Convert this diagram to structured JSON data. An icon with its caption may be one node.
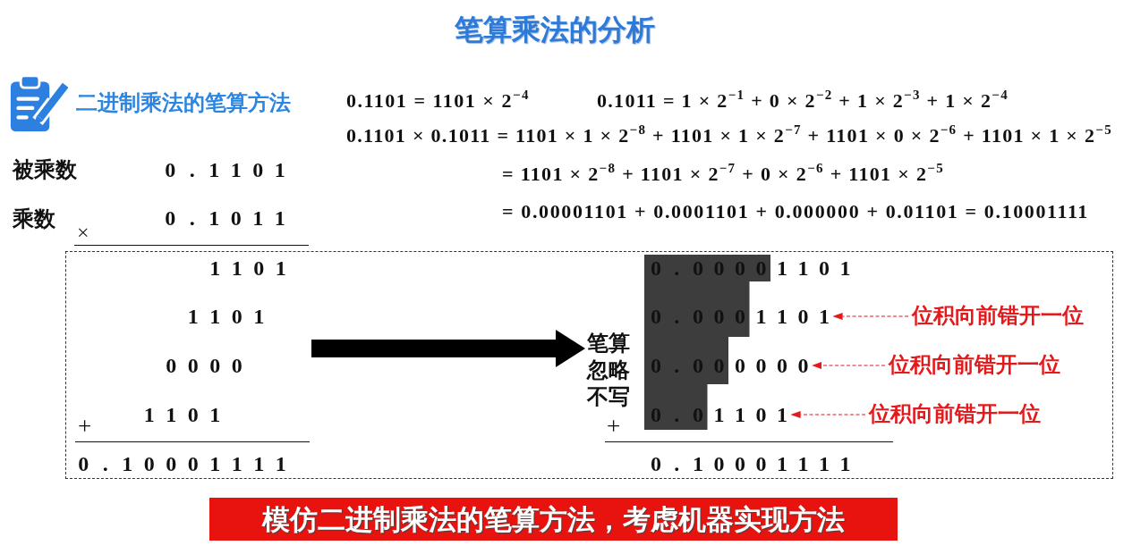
{
  "diagram": {
    "title": "笔算乘法的分析",
    "nodes": [
      {
        "text": [],
        "shape": "box"
      },
      {
        "text": [
          "1 1 0 1",
          "1 1 0 1",
          "0 0 0 0",
          "+",
          "1 1 0 1",
          "0 . 1 0 0 0 1 1 1 1"
        ],
        "in": 0
      },
      {
        "text": [
          "笔算忽略不写",
          "+",
          "0 . 1 0 0 0 1 1 1 1"
        ],
        "in": 0
      },
      {
        "text": [
          "0 . 0 0 0 0 1 1 0 1"
        ],
        "in": 2
      },
      {
        "text": [
          "0 . 0 0 0 1 1 0 1"
        ],
        "in": 2
      },
      {
        "text": [
          "0 . 0 0 0 0 0 0"
        ],
        "in": 2
      },
      {
        "text": [
          "0 . 0 1 1 0 1"
        ],
        "in": 2
      },
      {
        "text": [
          "位积向前错开一位"
        ],
        "in": 0
      },
      {
        "text": [
          "位积向前错开一位"
        ],
        "in": 0
      },
      {
        "text": [
          "位积向前错开一位"
        ],
        "in": 0
      },
      {
        "text": [
          "模仿二进制乘法的笔算方法，考虑机器实现方法"
        ]
      }
    ],
    "edges": [
      {
        "from": 1,
        "to": 2,
        "arrow": "to",
        "style": "thick",
        "color": "#000000"
      },
      {
        "from": 7,
        "to": 4,
        "arrow": "to",
        "style": "dashed"
      },
      {
        "from": 8,
        "to": 5,
        "arrow": "to",
        "style": "dashed"
      },
      {
        "from": 9,
        "to": 6,
        "arrow": "to",
        "style": "dashed"
      }
    ],
    "labels": [
      "二进制乘法的笔算方法",
      "0.1101 = 1101 × 2$^{−4}$",
      "0.1011 = 1 × 2$^{−1}$ + 0 × 2$^{−2}$ + 1 × 2$^{−3}$ + 1 × 2$^{−4}$",
      "0.1101 × 0.1011 = 1101 × 1 × 2$^{−8}$ + 1101 × 1 × 2$^{−7}$ + 1101 × 0 × 2$^{−6}$ + 1101 × 1 × 2$^{−5}$",
      "被乘数",
      "0 . 1 1 0 1",
      "= 1101 × 2$^{−8}$ + 1101 × 2$^{−7}$ + 0 × 2$^{−6}$ + 1101 × 2$^{−5}$",
      "乘数",
      "0 . 1 0 1 1",
      "= 0.00001101 + 0.0001101 + 0.000000 + 0.01101 = 0.10001111",
      "×"
    ]
  }
}
